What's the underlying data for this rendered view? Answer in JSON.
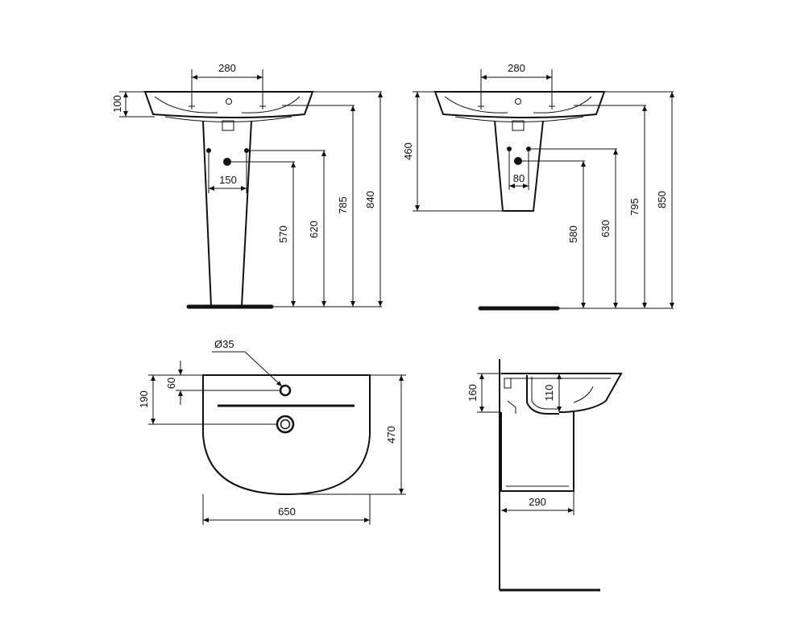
{
  "front_pedestal": {
    "tap_spacing": "280",
    "basin_height": "100",
    "inlet_spacing": "150",
    "waste_height": "570",
    "inlet_height": "620",
    "overflow_height": "785",
    "rim_height": "840"
  },
  "front_semi_pedestal": {
    "tap_spacing": "280",
    "semi_ped_drop": "460",
    "inlet_spacing": "80",
    "waste_height": "580",
    "inlet_height": "630",
    "overflow_height": "795",
    "rim_height": "850"
  },
  "plan_view": {
    "tap_hole_diameter": "Ø35",
    "tap_offset": "60",
    "waste_offset": "190",
    "depth": "470",
    "width": "650"
  },
  "side_view": {
    "basin_depth": "160",
    "bowl_depth": "110",
    "wall_projection": "290"
  }
}
